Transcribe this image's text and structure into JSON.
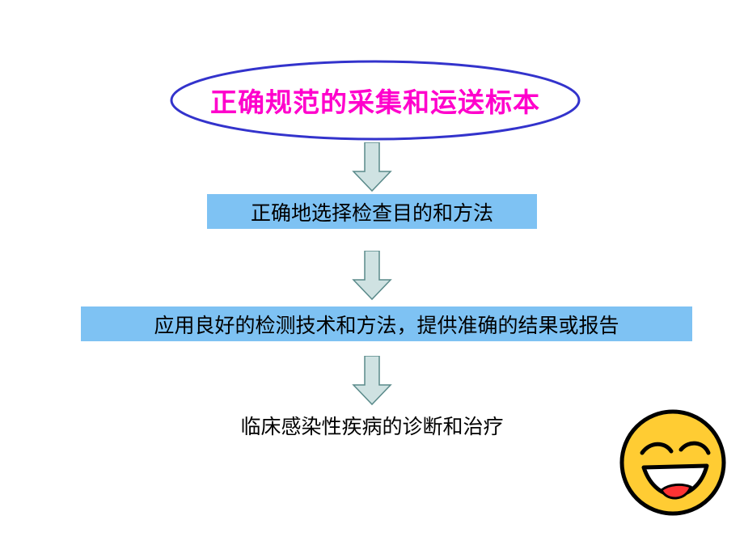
{
  "slide": {
    "title_ellipse": {
      "text": "正确规范的采集和运送标本",
      "text_color": "#ff00cc",
      "border_color": "#3333cc"
    },
    "boxes": [
      {
        "text": "正确地选择检查目的和方法",
        "fill": "#7ec2f3"
      },
      {
        "text": "应用良好的检测技术和方法，提供准确的结果或报告",
        "fill": "#7ec2f3"
      }
    ],
    "final_text": "临床感染性疾病的诊断和治疗",
    "arrows": {
      "count": 3,
      "fill": "#cfe2e2",
      "stroke": "#5a8a8a"
    },
    "smiley": {
      "name": "laughing-face-icon",
      "fill": "#ffcc33",
      "stroke": "#000000"
    }
  }
}
